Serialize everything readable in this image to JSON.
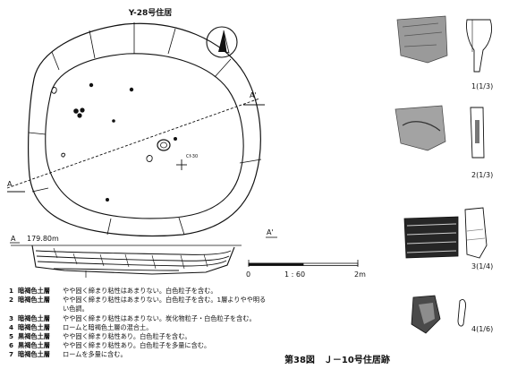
{
  "plan": {
    "title": "Y-28号住居",
    "label_a_left": "A",
    "label_a_right": "A'",
    "datum_label": "Cf-30"
  },
  "section": {
    "label_left": "A",
    "elevation": "179.80m",
    "label_right": "A'"
  },
  "scale_bar": {
    "zero": "0",
    "ratio": "1 : 60",
    "end": "2m"
  },
  "artifacts": [
    {
      "id": "1",
      "label": "1(1/3)"
    },
    {
      "id": "2",
      "label": "2(1/3)"
    },
    {
      "id": "3",
      "label": "3(1/4)"
    },
    {
      "id": "4",
      "label": "4(1/6)"
    }
  ],
  "soil_layers": [
    {
      "no": "1",
      "name": "暗褐色土層",
      "desc": "やや固く締まり粘性はあまりない。白色粒子を含む。",
      "cont": ""
    },
    {
      "no": "2",
      "name": "暗褐色土層",
      "desc": "やや固く締まり粘性はあまりない。白色粒子を含む。1層よりやや明る",
      "cont": "い色調。"
    },
    {
      "no": "3",
      "name": "暗褐色土層",
      "desc": "やや固く締まり粘性はあまりない。炭化物粒子・白色粒子を含む。",
      "cont": ""
    },
    {
      "no": "4",
      "name": "暗褐色土層",
      "desc": "ロームと暗褐色土層の混合土。",
      "cont": ""
    },
    {
      "no": "5",
      "name": "黒褐色土層",
      "desc": "やや固く締まり粘性あり。白色粒子を含む。",
      "cont": ""
    },
    {
      "no": "6",
      "name": "黒褐色土層",
      "desc": "やや固く締まり粘性あり。白色粒子を多量に含む。",
      "cont": ""
    },
    {
      "no": "7",
      "name": "暗褐色土層",
      "desc": "ロームを多量に含む。",
      "cont": ""
    }
  ],
  "caption": {
    "figure_no": "第38図",
    "title": "Ｊ－10号住居跡"
  }
}
